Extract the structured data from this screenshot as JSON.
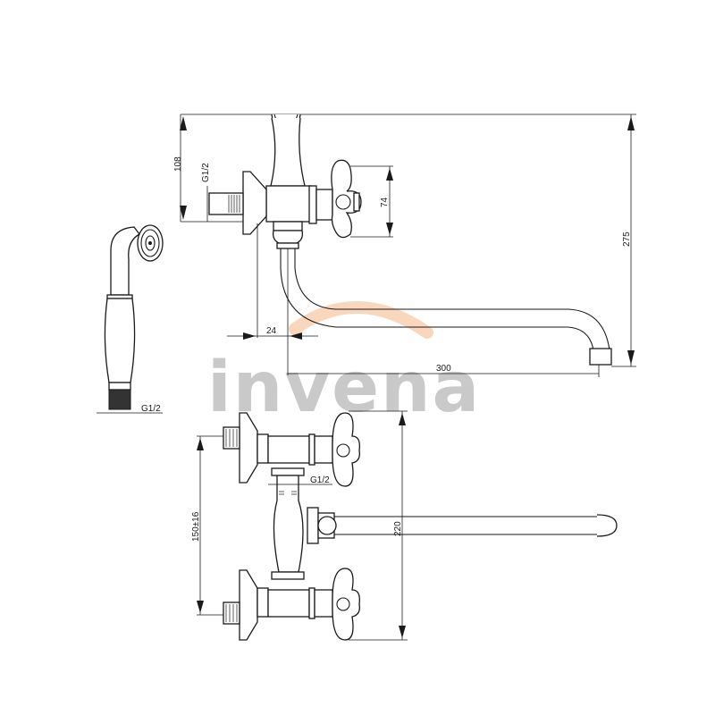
{
  "watermark": {
    "brand": "invena",
    "text_color": "#c9c9c9",
    "arc_color": "#f6c9a6"
  },
  "top_view": {
    "dimensions": {
      "height_wall_to_top": "108",
      "inlet_thread": "G1/2",
      "handle_height": "74",
      "total_height": "275",
      "wall_offset": "24",
      "spout_reach": "300"
    }
  },
  "hand_shower": {
    "dimensions": {
      "hose_thread": "G1/2"
    }
  },
  "front_view": {
    "dimensions": {
      "inlet_spacing": "150±16",
      "overall_height": "220",
      "shower_outlet_thread": "G1/2"
    }
  },
  "colors": {
    "line": "#1a1a1a",
    "background": "#ffffff"
  }
}
